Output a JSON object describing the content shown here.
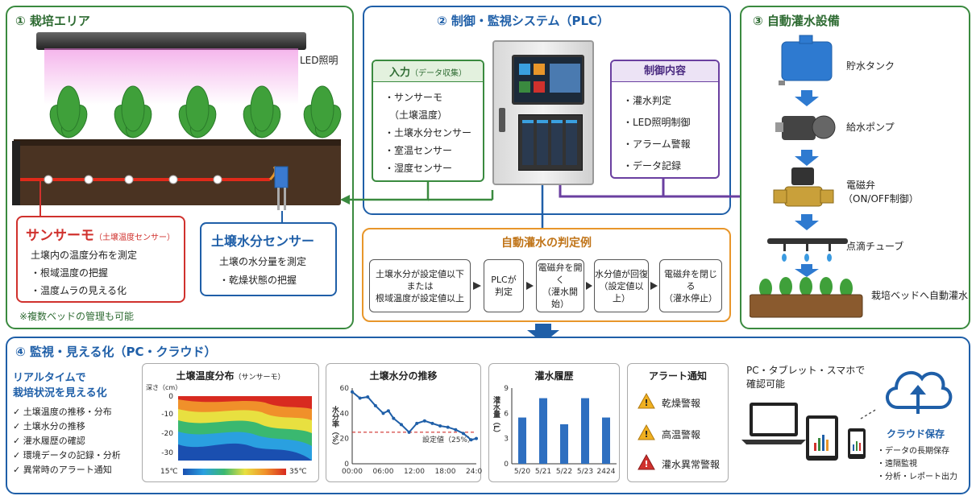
{
  "zone1": {
    "title": "① 栽培エリア",
    "led_label": "LED照明",
    "thermo_box": {
      "title": "サンサーモ",
      "title_sub": "（土壌温度センサー）",
      "lines": [
        "土壌内の温度分布を測定",
        "・根域温度の把握",
        "・温度ムラの見える化"
      ]
    },
    "moisture_box": {
      "title": "土壌水分センサー",
      "lines": [
        "土壌の水分量を測定",
        "・乾燥状態の把握"
      ]
    },
    "note": "※複数ベッドの管理も可能"
  },
  "zone2": {
    "title": "② 制御・監視システム（PLC）",
    "input": {
      "title": "入力",
      "title_sub": "（データ収集）",
      "items": [
        "・サンサーモ",
        "　（土壌温度）",
        "・土壌水分センサー",
        "・室温センサー",
        "・湿度センサー"
      ]
    },
    "control": {
      "title": "制御内容",
      "items": [
        "・灌水判定",
        "・LED照明制御",
        "・アラーム警報",
        "・データ記録"
      ]
    }
  },
  "zone3": {
    "title": "③ 自動灌水設備",
    "items": [
      "貯水タンク",
      "給水ポンプ",
      "電磁弁",
      "（ON/OFF制御）",
      "点滴チューブ",
      "栽培ベッドへ自動灌水"
    ]
  },
  "judge": {
    "title": "自動灌水の判定例",
    "steps": [
      "土壌水分が設定値以下\nまたは\n根域温度が設定値以上",
      "PLCが\n判定",
      "電磁弁を開く\n（灌水開始）",
      "水分値が回復\n（設定値以上）",
      "電磁弁を閉じる\n（灌水停止）"
    ]
  },
  "zone4": {
    "title": "④ 監視・見える化（PC・クラウド）",
    "intro": [
      "リアルタイムで",
      "栽培状況を見える化"
    ],
    "checks": [
      "✓ 土壌温度の推移・分布",
      "✓ 土壌水分の推移",
      "✓ 灌水履歴の確認",
      "✓ 環境データの記録・分析",
      "✓ 異常時のアラート通知"
    ],
    "heatmap": {
      "title": "土壌温度分布",
      "title_sub": "（サンサーモ）",
      "depth_label": "深さ（cm）",
      "ticks": [
        "0",
        "-10",
        "-20",
        "-30"
      ],
      "min_label": "15℃",
      "max_label": "35℃"
    },
    "alerts": {
      "title": "アラート通知",
      "items": [
        "乾燥警報",
        "高温警報",
        "灌水異常警報"
      ]
    },
    "devices": {
      "label": [
        "PC・タブレット・スマホで",
        "確認可能"
      ]
    },
    "cloud": {
      "title": "クラウド保存",
      "items": [
        "・データの長期保存",
        "・遠隔監視",
        "・分析・レポート出力"
      ]
    }
  },
  "colors": {
    "green": "#3a8a3f",
    "blue": "#1f5fa8",
    "orange": "#e8962a",
    "purple": "#6a3fa0",
    "red": "#d0312d"
  },
  "chart_data": [
    {
      "type": "line",
      "title": "土壌水分の推移",
      "ylabel": "水分率（%）",
      "ylim": [
        0,
        60
      ],
      "yticks": [
        0,
        20,
        40,
        60
      ],
      "xticks": [
        "00:00",
        "06:00",
        "12:00",
        "18:00",
        "24:00"
      ],
      "x": [
        0,
        1.5,
        3,
        4.5,
        6,
        7,
        8,
        9.5,
        11,
        12.5,
        14,
        15.5,
        17,
        18.5,
        20,
        21.5,
        23,
        24
      ],
      "values": [
        57,
        52,
        53,
        46,
        40,
        42,
        36,
        31,
        25,
        32,
        34,
        32,
        30,
        29,
        27,
        24,
        19,
        20
      ],
      "threshold": {
        "value": 25,
        "label": "設定値（25%）"
      }
    },
    {
      "type": "bar",
      "title": "灌水履歴",
      "ylabel": "灌水量（L）",
      "ylim": [
        0,
        9
      ],
      "yticks": [
        0,
        3,
        6,
        9
      ],
      "categories": [
        "5/20",
        "5/21",
        "5/22",
        "5/23",
        "2424"
      ],
      "values": [
        5.5,
        7.8,
        4.7,
        7.8,
        5.5
      ]
    }
  ]
}
